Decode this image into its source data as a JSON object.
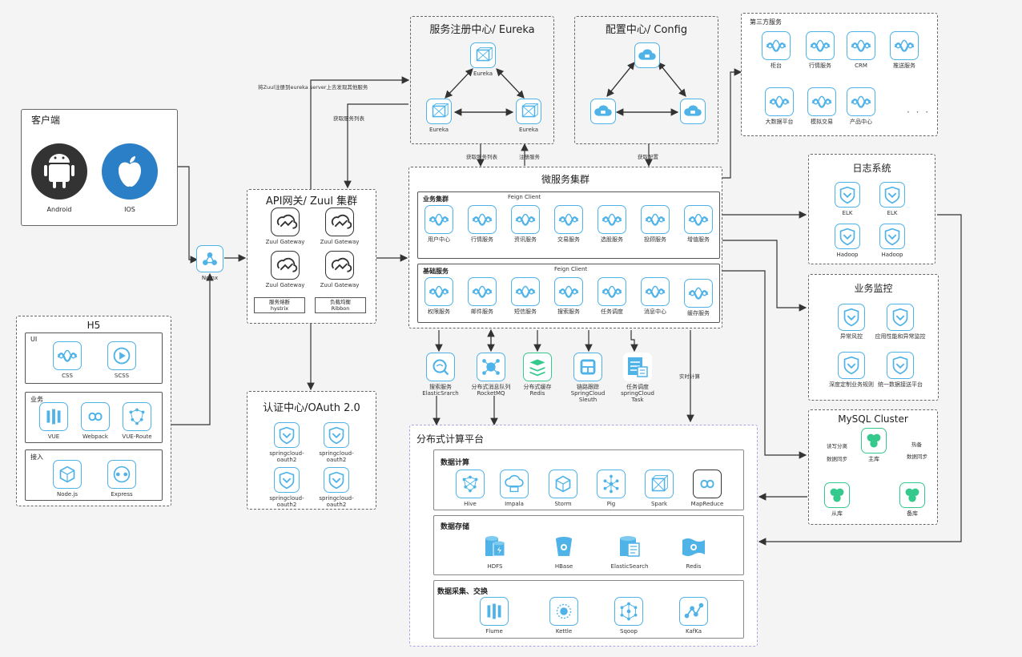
{
  "colors": {
    "accent": "#4fb3e8",
    "dark": "#333333",
    "apple": "#2a7fc6",
    "green": "#36c98e"
  },
  "client": {
    "title": "客户端",
    "android": "Android",
    "ios": "IOS"
  },
  "nginx": {
    "label": "Nginx"
  },
  "h5": {
    "title": "H5",
    "ui": {
      "title": "UI",
      "items": [
        "CSS",
        "SCSS"
      ]
    },
    "biz": {
      "title": "业务",
      "items": [
        "VUE",
        "Webpack",
        "VUE-Route"
      ]
    },
    "access": {
      "title": "接入",
      "items": [
        "Node.js",
        "Express"
      ]
    }
  },
  "gateway": {
    "title": "API网关/ Zuul 集群",
    "items": [
      "Zuul Gateway",
      "Zuul Gateway",
      "Zuul Gateway",
      "Zuul Gateway"
    ],
    "fuse": "服务熔断\nhystrix",
    "lb": "负载均衡\nRibbon"
  },
  "oauth": {
    "title": "认证中心/OAuth 2.0",
    "items": [
      "springcloud-\noauth2",
      "springcloud-\noauth2",
      "springcloud-\noauth2",
      "springcloud-\noauth2"
    ]
  },
  "eureka": {
    "title": "服务注册中心/ Eureka",
    "items": [
      "Eureka",
      "Eureka",
      "Eureka"
    ]
  },
  "config": {
    "title": "配置中心/ Config"
  },
  "third": {
    "title": "第三方服务",
    "items": [
      "柜台",
      "行情服务",
      "CRM",
      "推送服务",
      "大数据平台",
      "模拟交易",
      "产品中心"
    ],
    "more": "· · ·"
  },
  "micro": {
    "title": "微服务集群",
    "biz": {
      "title": "业务集群",
      "feign": "Feign Client",
      "items": [
        "用户中心",
        "行情服务",
        "资讯服务",
        "交易服务",
        "选股服务",
        "投顾服务",
        "增值服务"
      ]
    },
    "base": {
      "title": "基础服务",
      "feign": "Feign Client",
      "items": [
        "权限服务",
        "邮件服务",
        "短信服务",
        "搜索服务",
        "任务调度",
        "消息中心",
        "缓存服务"
      ]
    }
  },
  "middleware": [
    "搜索服务\nElasticSrarch",
    "分布式消息队列\nRocketMQ",
    "分布式缓存\nRedis",
    "链路跟踪\nSpringCloud\nSleuth",
    "任务调度\nspringCloud\nTask"
  ],
  "annotations": {
    "register": "将Zuul注册到eureka server上去发现其他服务",
    "getList": "获取服务列表",
    "getList2": "获取服务列表",
    "registerService": "注册服务",
    "getConfig": "获取配置",
    "realtime": "实时计算"
  },
  "log": {
    "title": "日志系统",
    "items": [
      "ELK",
      "ELK",
      "Hadoop",
      "Hadoop"
    ]
  },
  "monitor": {
    "title": "业务监控",
    "items": [
      "异常风控",
      "应用性能和异常监控",
      "深度定制业务规则",
      "统一数据接送平台"
    ]
  },
  "mysql": {
    "title": "MySQL Cluster",
    "master": "主库",
    "slave": "从库",
    "backup": "备库",
    "rw": "读写分离",
    "sync1": "数据同步",
    "hot": "热备",
    "sync2": "数据同步"
  },
  "platform": {
    "title": "分布式计算平台",
    "compute": {
      "title": "数据计算",
      "items": [
        "Hive",
        "Impala",
        "Storm",
        "Pig",
        "Spark",
        "MapReduce"
      ]
    },
    "storage": {
      "title": "数据存储",
      "items": [
        "HDFS",
        "HBase",
        "ElasticSearch",
        "Redis"
      ]
    },
    "collect": {
      "title": "数据采集、交换",
      "items": [
        "Flume",
        "Kettle",
        "Sqoop",
        "KafKa"
      ]
    }
  }
}
